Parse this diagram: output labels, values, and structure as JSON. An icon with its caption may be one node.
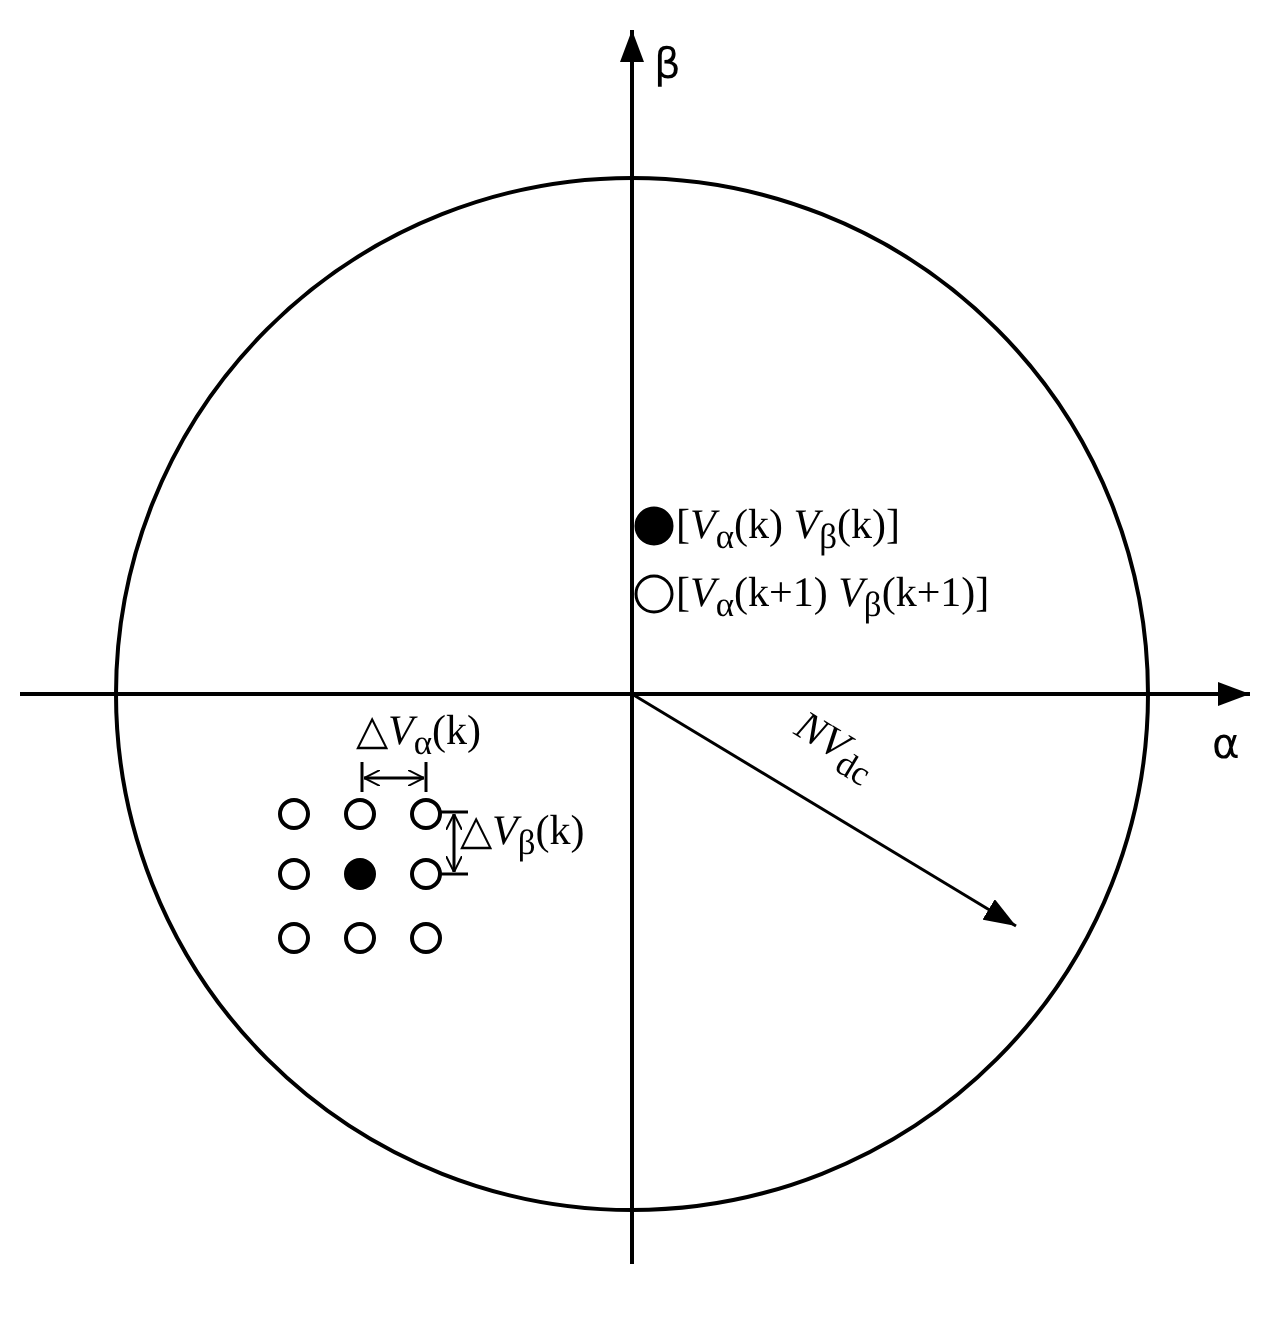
{
  "diagram": {
    "labels": [
      "β",
      "α",
      "△*V*$_{α}$(k)",
      "△*V*$_{β}$(k)",
      "*NV*$_{dc}$"
    ],
    "legend": [
      {
        "text": "[*V*$_{α}$(k) *V*$_{β}$(k)]"
      },
      {
        "text": "[*V*$_{α}$(k+1) *V*$_{β}$(k+1)]"
      }
    ]
  }
}
